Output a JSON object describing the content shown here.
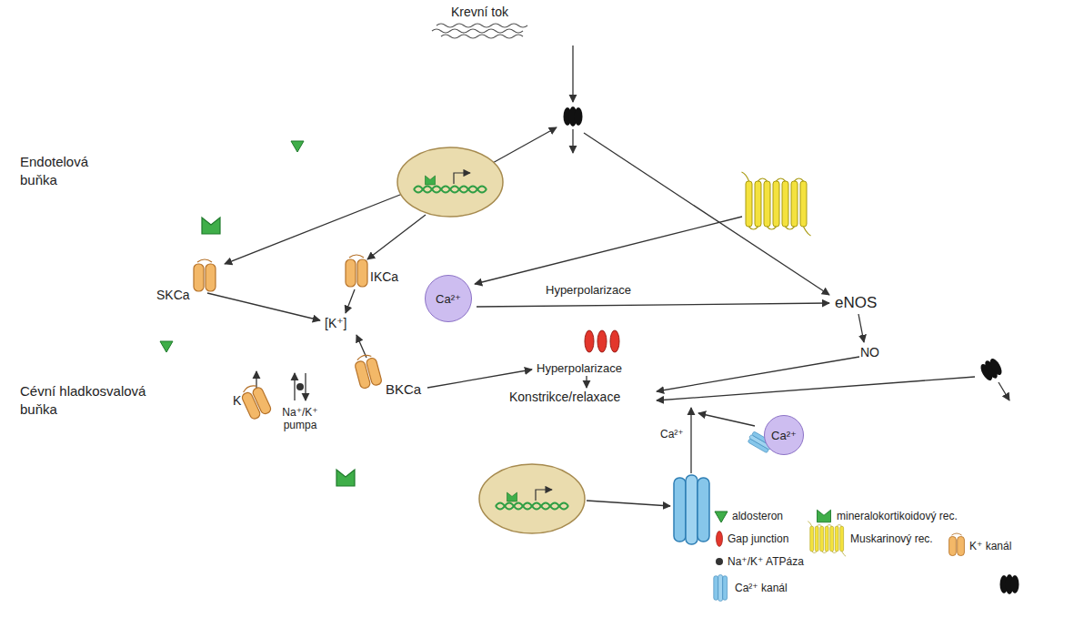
{
  "diagram": {
    "nodes": [
      {
        "text": [
          "Endotelová buňka"
        ]
      },
      {
        "text": [
          "Ca²⁺"
        ],
        "in": 0
      },
      {
        "text": [
          "Cévní hladkosvalová buňka"
        ]
      },
      {
        "text": [
          "Ca²⁺"
        ],
        "in": 2
      }
    ],
    "labels": [
      "Krevní tok",
      "SKCa",
      "IKCa",
      "[K⁺]",
      "Hyperpolarizace",
      "eNOS",
      "NO",
      "Hyperpolarizace",
      "Konstrikce/relaxace",
      "BKCa",
      "K",
      "Na⁺/K⁺ pumpa",
      "Ca²⁺"
    ],
    "legend": [
      {
        "text": "aldosteron"
      },
      {
        "text": "mineralokortikoidový rec."
      },
      {
        "text": "Gap junction"
      },
      {
        "text": "Muskarinový rec."
      },
      {
        "text": "K⁺ kanál"
      },
      {
        "text": "Na⁺/K⁺ ATPáza"
      },
      {
        "text": "Ca²⁺ kanál"
      }
    ]
  }
}
